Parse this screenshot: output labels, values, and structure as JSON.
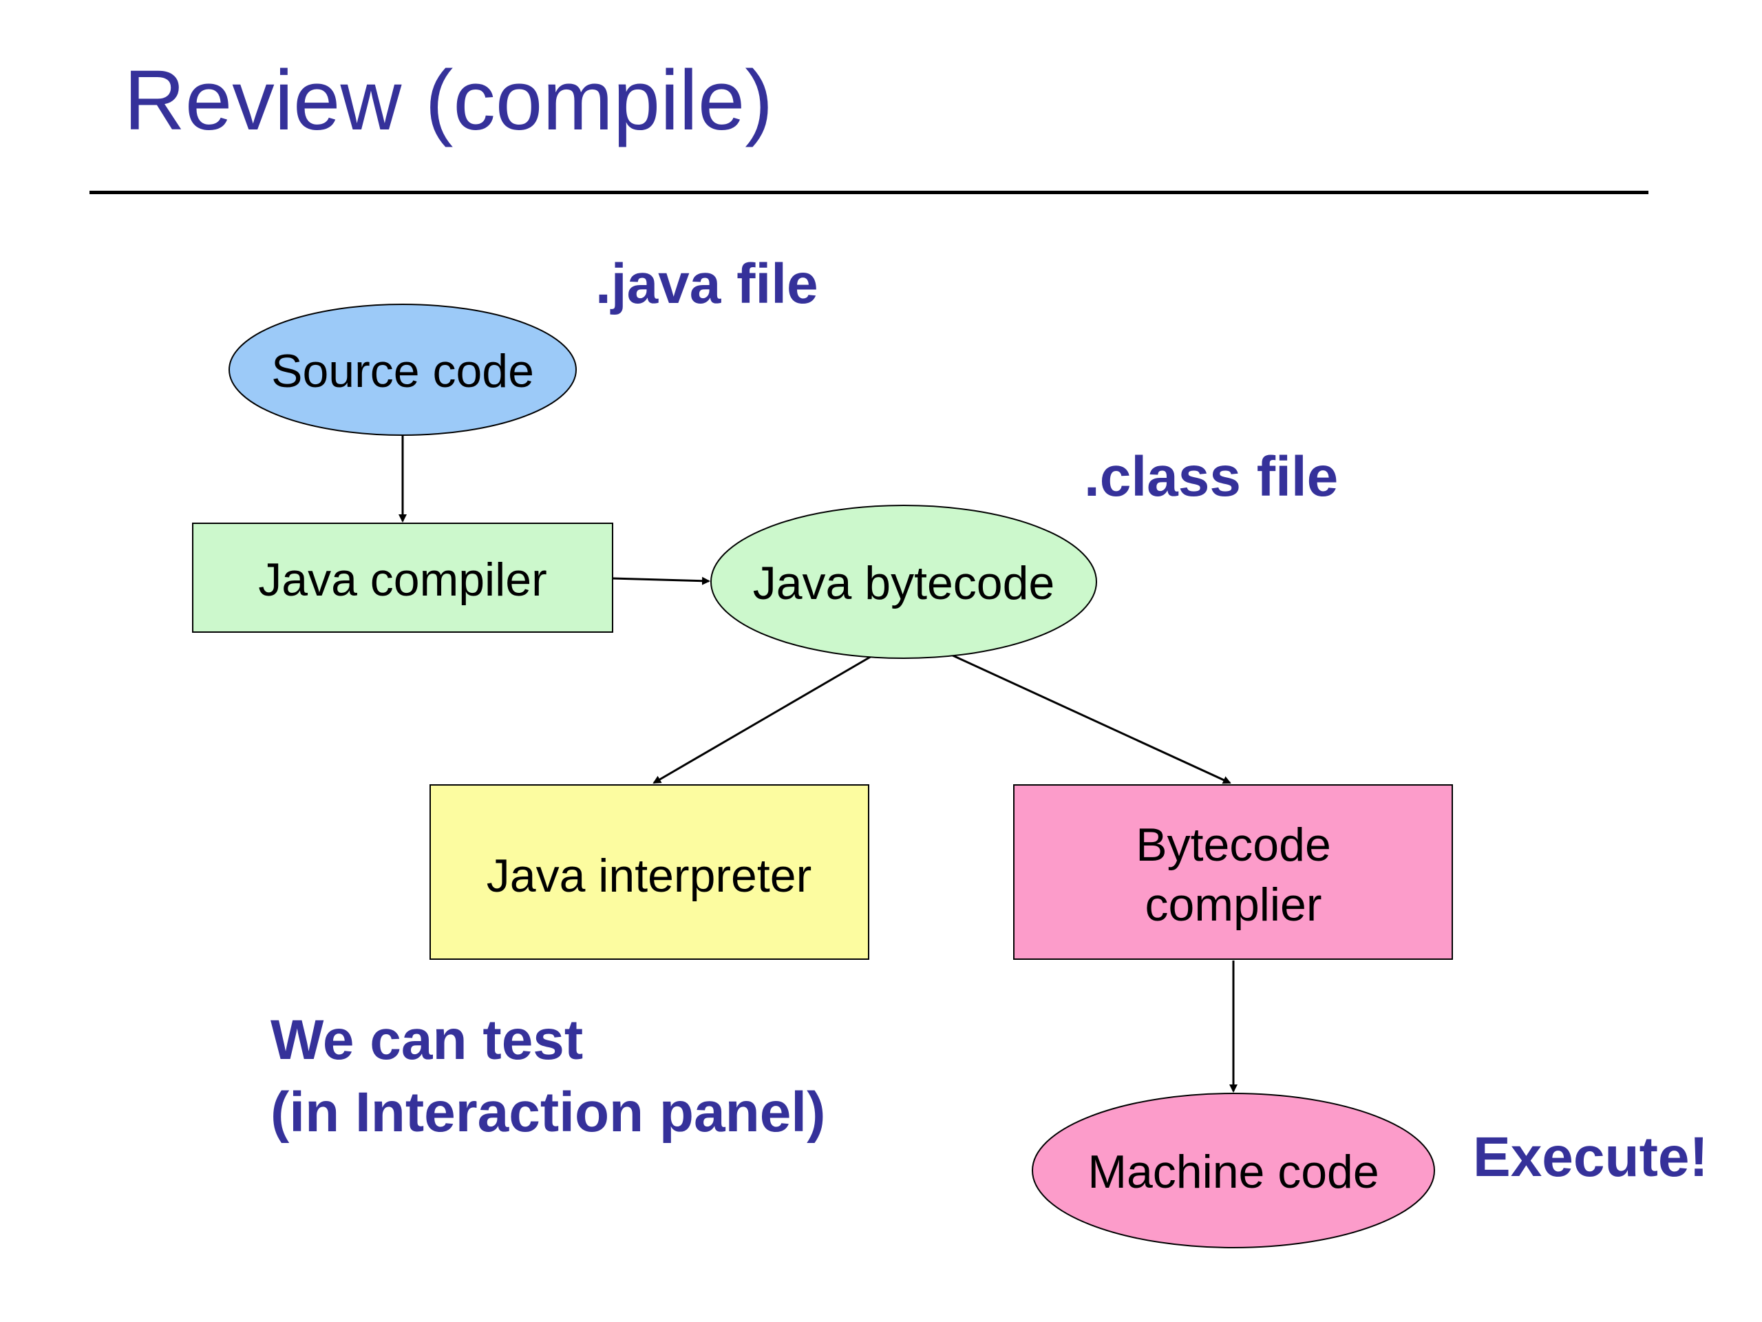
{
  "slide": {
    "title": "Review (compile)"
  },
  "colors": {
    "title": "#35319a",
    "source_fill": "#9ccaf8",
    "green_fill": "#ccf8cc",
    "yellow_fill": "#fcfca0",
    "pink_fill": "#fc9cca"
  },
  "diagram": {
    "nodes": {
      "source_code": {
        "shape": "ellipse",
        "label": "Source code"
      },
      "java_compiler": {
        "shape": "rectangle",
        "label": "Java compiler"
      },
      "java_bytecode": {
        "shape": "ellipse",
        "label": "Java bytecode"
      },
      "java_interpreter": {
        "shape": "rectangle",
        "label": "Java interpreter"
      },
      "bytecode_compiler": {
        "shape": "rectangle",
        "label_lines": [
          "Bytecode",
          "complier"
        ]
      },
      "machine_code": {
        "shape": "ellipse",
        "label": "Machine code"
      }
    },
    "edges": [
      {
        "from": "source_code",
        "to": "java_compiler"
      },
      {
        "from": "java_compiler",
        "to": "java_bytecode"
      },
      {
        "from": "java_bytecode",
        "to": "java_interpreter"
      },
      {
        "from": "java_bytecode",
        "to": "bytecode_compiler"
      },
      {
        "from": "bytecode_compiler",
        "to": "machine_code"
      }
    ]
  },
  "callouts": {
    "java_file": ".java file",
    "class_file": ".class file",
    "test_line1": "We can test",
    "test_line2": "(in Interaction panel)",
    "execute": "Execute!"
  }
}
